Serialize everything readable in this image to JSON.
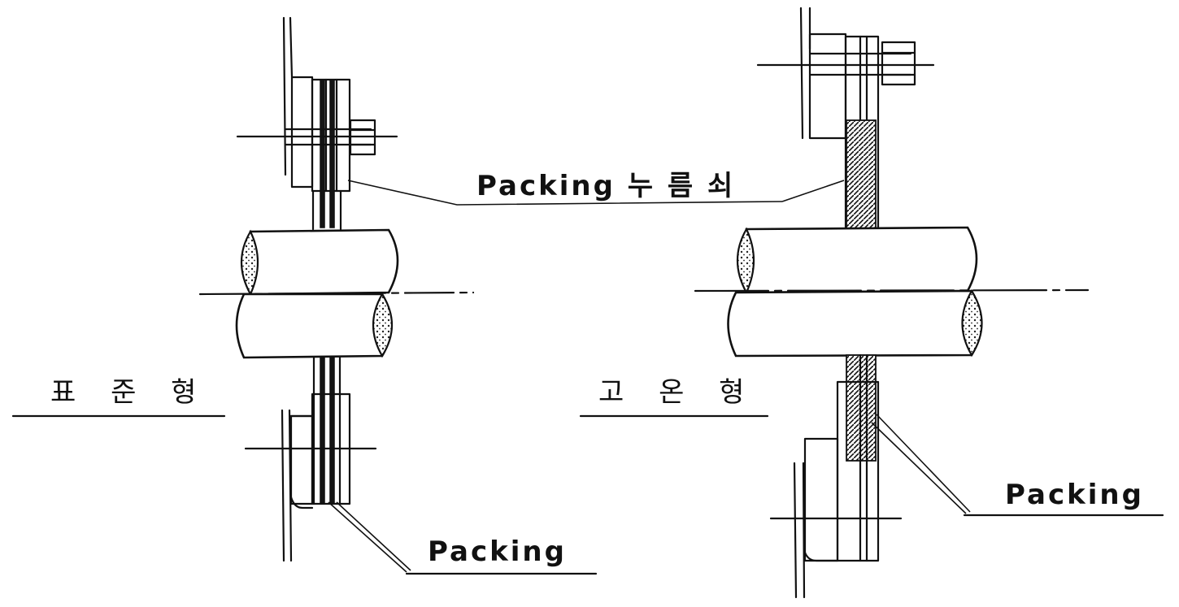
{
  "labels": {
    "standard_type": "표 준 형",
    "high_temp_type": "고 온 형",
    "packing_gland": "Packing 누 름 쇠",
    "packing_left": "Packing",
    "packing_right": "Packing"
  }
}
